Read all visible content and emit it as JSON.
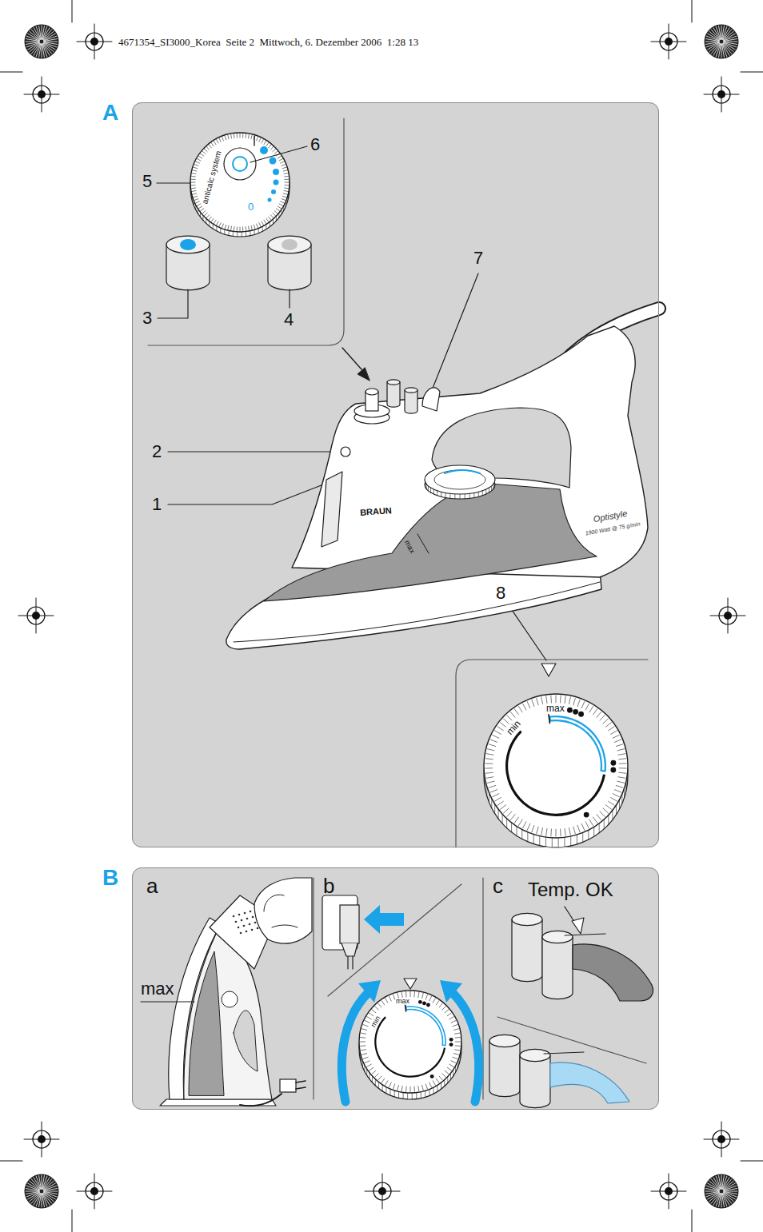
{
  "diagram": {
    "nodes": [
      {
        "text": [
          "A"
        ]
      },
      {
        "text": [
          "B"
        ]
      }
    ],
    "labels": [
      "4671354_SI3000_Korea  Seite 2  Mittwoch, 6. Dezember 2006  1:28 13",
      "anticalc system",
      "0",
      "6",
      "5",
      "3",
      "4",
      "7",
      "2",
      "1",
      "8",
      "BRAUN",
      "max",
      "Optistyle",
      "1900 Watt @ 75 g/min",
      "min",
      "max",
      "a",
      "b",
      "c",
      "Temp. OK",
      "max",
      "min",
      "max"
    ]
  }
}
